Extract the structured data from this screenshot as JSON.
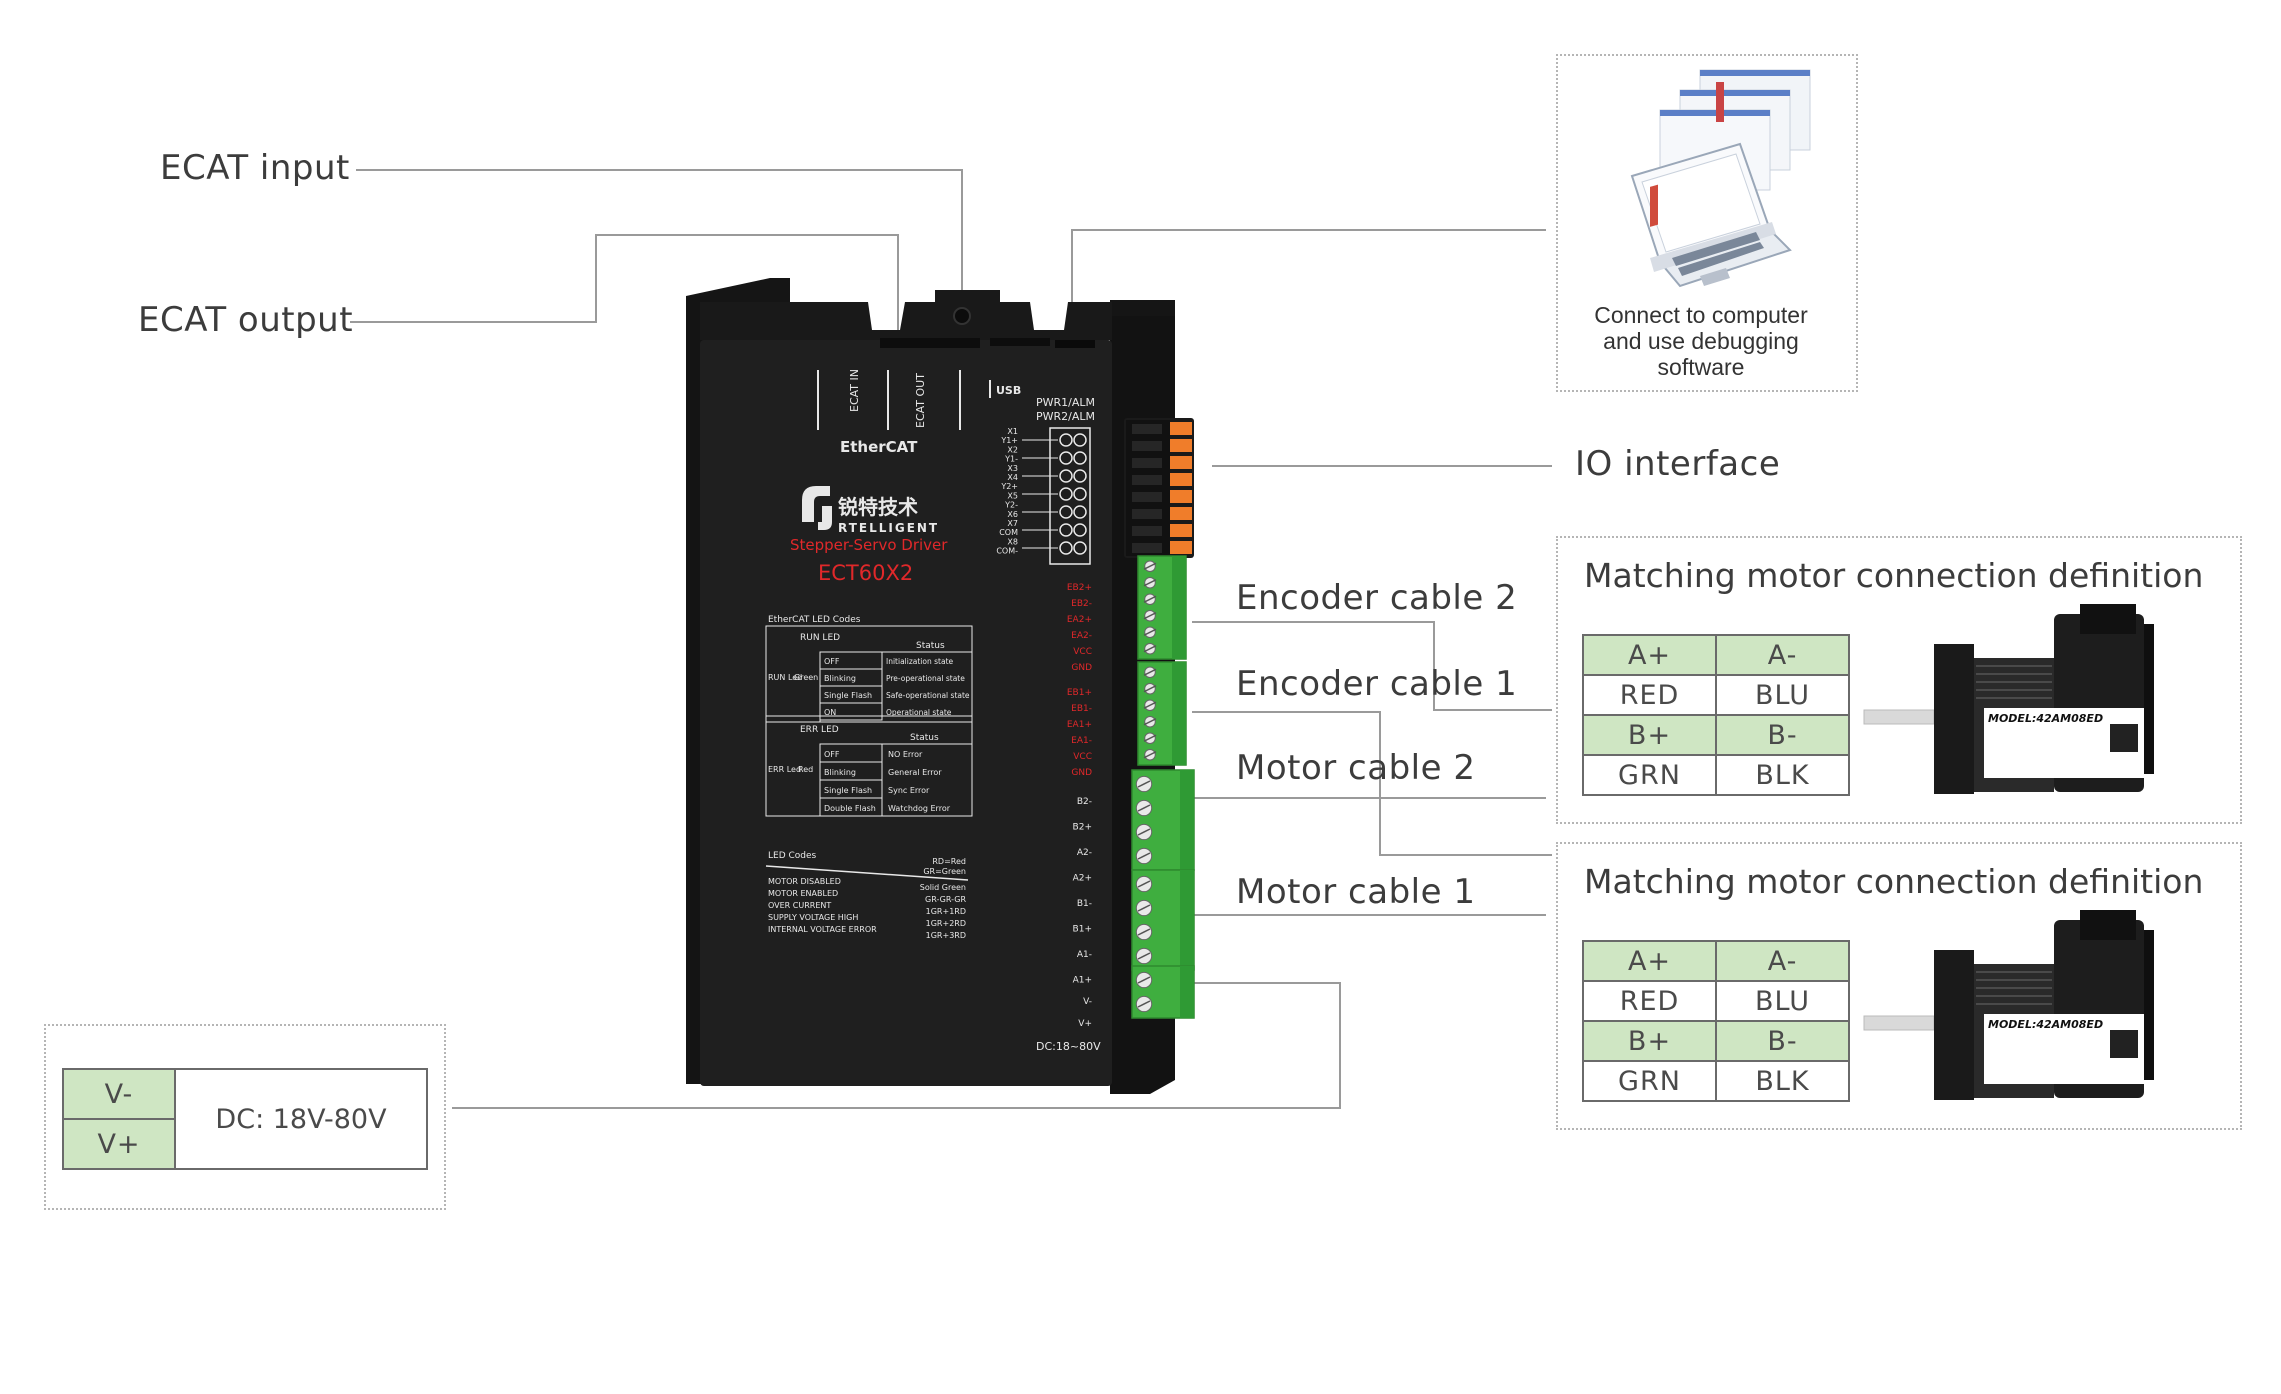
{
  "callouts": {
    "ecat_input": "ECAT input",
    "ecat_output": "ECAT output",
    "io_interface": "IO interface",
    "encoder_cable_2": "Encoder cable 2",
    "encoder_cable_1": "Encoder cable 1",
    "motor_cable_2": "Motor cable 2",
    "motor_cable_1": "Motor cable 1"
  },
  "computer_box": {
    "caption_line1": "Connect to computer",
    "caption_line2": "and use debugging",
    "caption_line3": "software"
  },
  "motor_definition_1": {
    "title": "Matching motor connection definition",
    "rows": [
      [
        "A+",
        "A-"
      ],
      [
        "RED",
        "BLU"
      ],
      [
        "B+",
        "B-"
      ],
      [
        "GRN",
        "BLK"
      ]
    ],
    "motor_label": "MODEL:42AM08ED"
  },
  "motor_definition_2": {
    "title": "Matching motor connection definition",
    "rows": [
      [
        "A+",
        "A-"
      ],
      [
        "RED",
        "BLU"
      ],
      [
        "B+",
        "B-"
      ],
      [
        "GRN",
        "BLK"
      ]
    ],
    "motor_label": "MODEL:42AM08ED"
  },
  "power_box": {
    "v_minus": "V-",
    "v_plus": "V+",
    "voltage": "DC: 18V-80V"
  },
  "driver": {
    "brand_cn": "锐特技术",
    "brand_en": "RTELLIGENT",
    "product_type": "Stepper-Servo  Driver",
    "model": "ECT60X2",
    "ethercat_logo": "EtherCAT",
    "port_ecat_in": "ECAT IN",
    "port_ecat_out": "ECAT OUT",
    "port_usb": "USB",
    "pwr1": "PWR1/ALM",
    "pwr2": "PWR2/ALM",
    "io_pins": [
      "X1",
      "Y1+",
      "X2",
      "Y1-",
      "X3",
      "X4",
      "Y2+",
      "X5",
      "Y2-",
      "X6",
      "X7",
      "COM",
      "X8",
      "COM-"
    ],
    "encoder_pins_2": [
      "EB2+",
      "EB2-",
      "EA2+",
      "EA2-",
      "VCC",
      "GND"
    ],
    "encoder_pins_1": [
      "EB1+",
      "EB1-",
      "EA1+",
      "EA1-",
      "VCC",
      "GND"
    ],
    "motor_pins": [
      "B2-",
      "B2+",
      "A2-",
      "A2+",
      "B1-",
      "B1+",
      "A1-",
      "A1+"
    ],
    "power_pins": [
      "V-",
      "V+"
    ],
    "power_note": "DC:18~80V",
    "led_table_title": "EtherCAT LED Codes",
    "run_led": "RUN LED",
    "err_led": "ERR LED",
    "status": "Status",
    "run_row_label": "RUN Led",
    "run_color": "Green",
    "err_row_label": "ERR Led",
    "err_color": "Red",
    "run_states": [
      [
        "OFF",
        "Initialization state"
      ],
      [
        "Blinking",
        "Pre-operational state"
      ],
      [
        "Single Flash",
        "Safe-operational state"
      ],
      [
        "ON",
        "Operational state"
      ]
    ],
    "err_states": [
      [
        "OFF",
        "NO Error"
      ],
      [
        "Blinking",
        "General Error"
      ],
      [
        "Single Flash",
        "Sync Error"
      ],
      [
        "Double Flash",
        "Watchdog Error"
      ]
    ],
    "led_codes_title": "LED Codes",
    "led_codes_legend": [
      "RD=Red",
      "GR=Green"
    ],
    "led_codes": [
      [
        "MOTOR DISABLED",
        "Solid Green"
      ],
      [
        "MOTOR ENABLED",
        "GR-GR-GR"
      ],
      [
        "OVER CURRENT",
        "1GR+1RD"
      ],
      [
        "SUPPLY VOLTAGE HIGH",
        "1GR+2RD"
      ],
      [
        "INTERNAL VOLTAGE ERROR",
        "1GR+3RD"
      ]
    ]
  },
  "colors": {
    "terminal_green": "#3fae3f",
    "io_orange": "#f07d2a",
    "header_green": "#cfe6c3",
    "leader_line": "#9a9a9a",
    "driver_body": "#1e1e1e",
    "driver_red_text": "#e0282a"
  }
}
